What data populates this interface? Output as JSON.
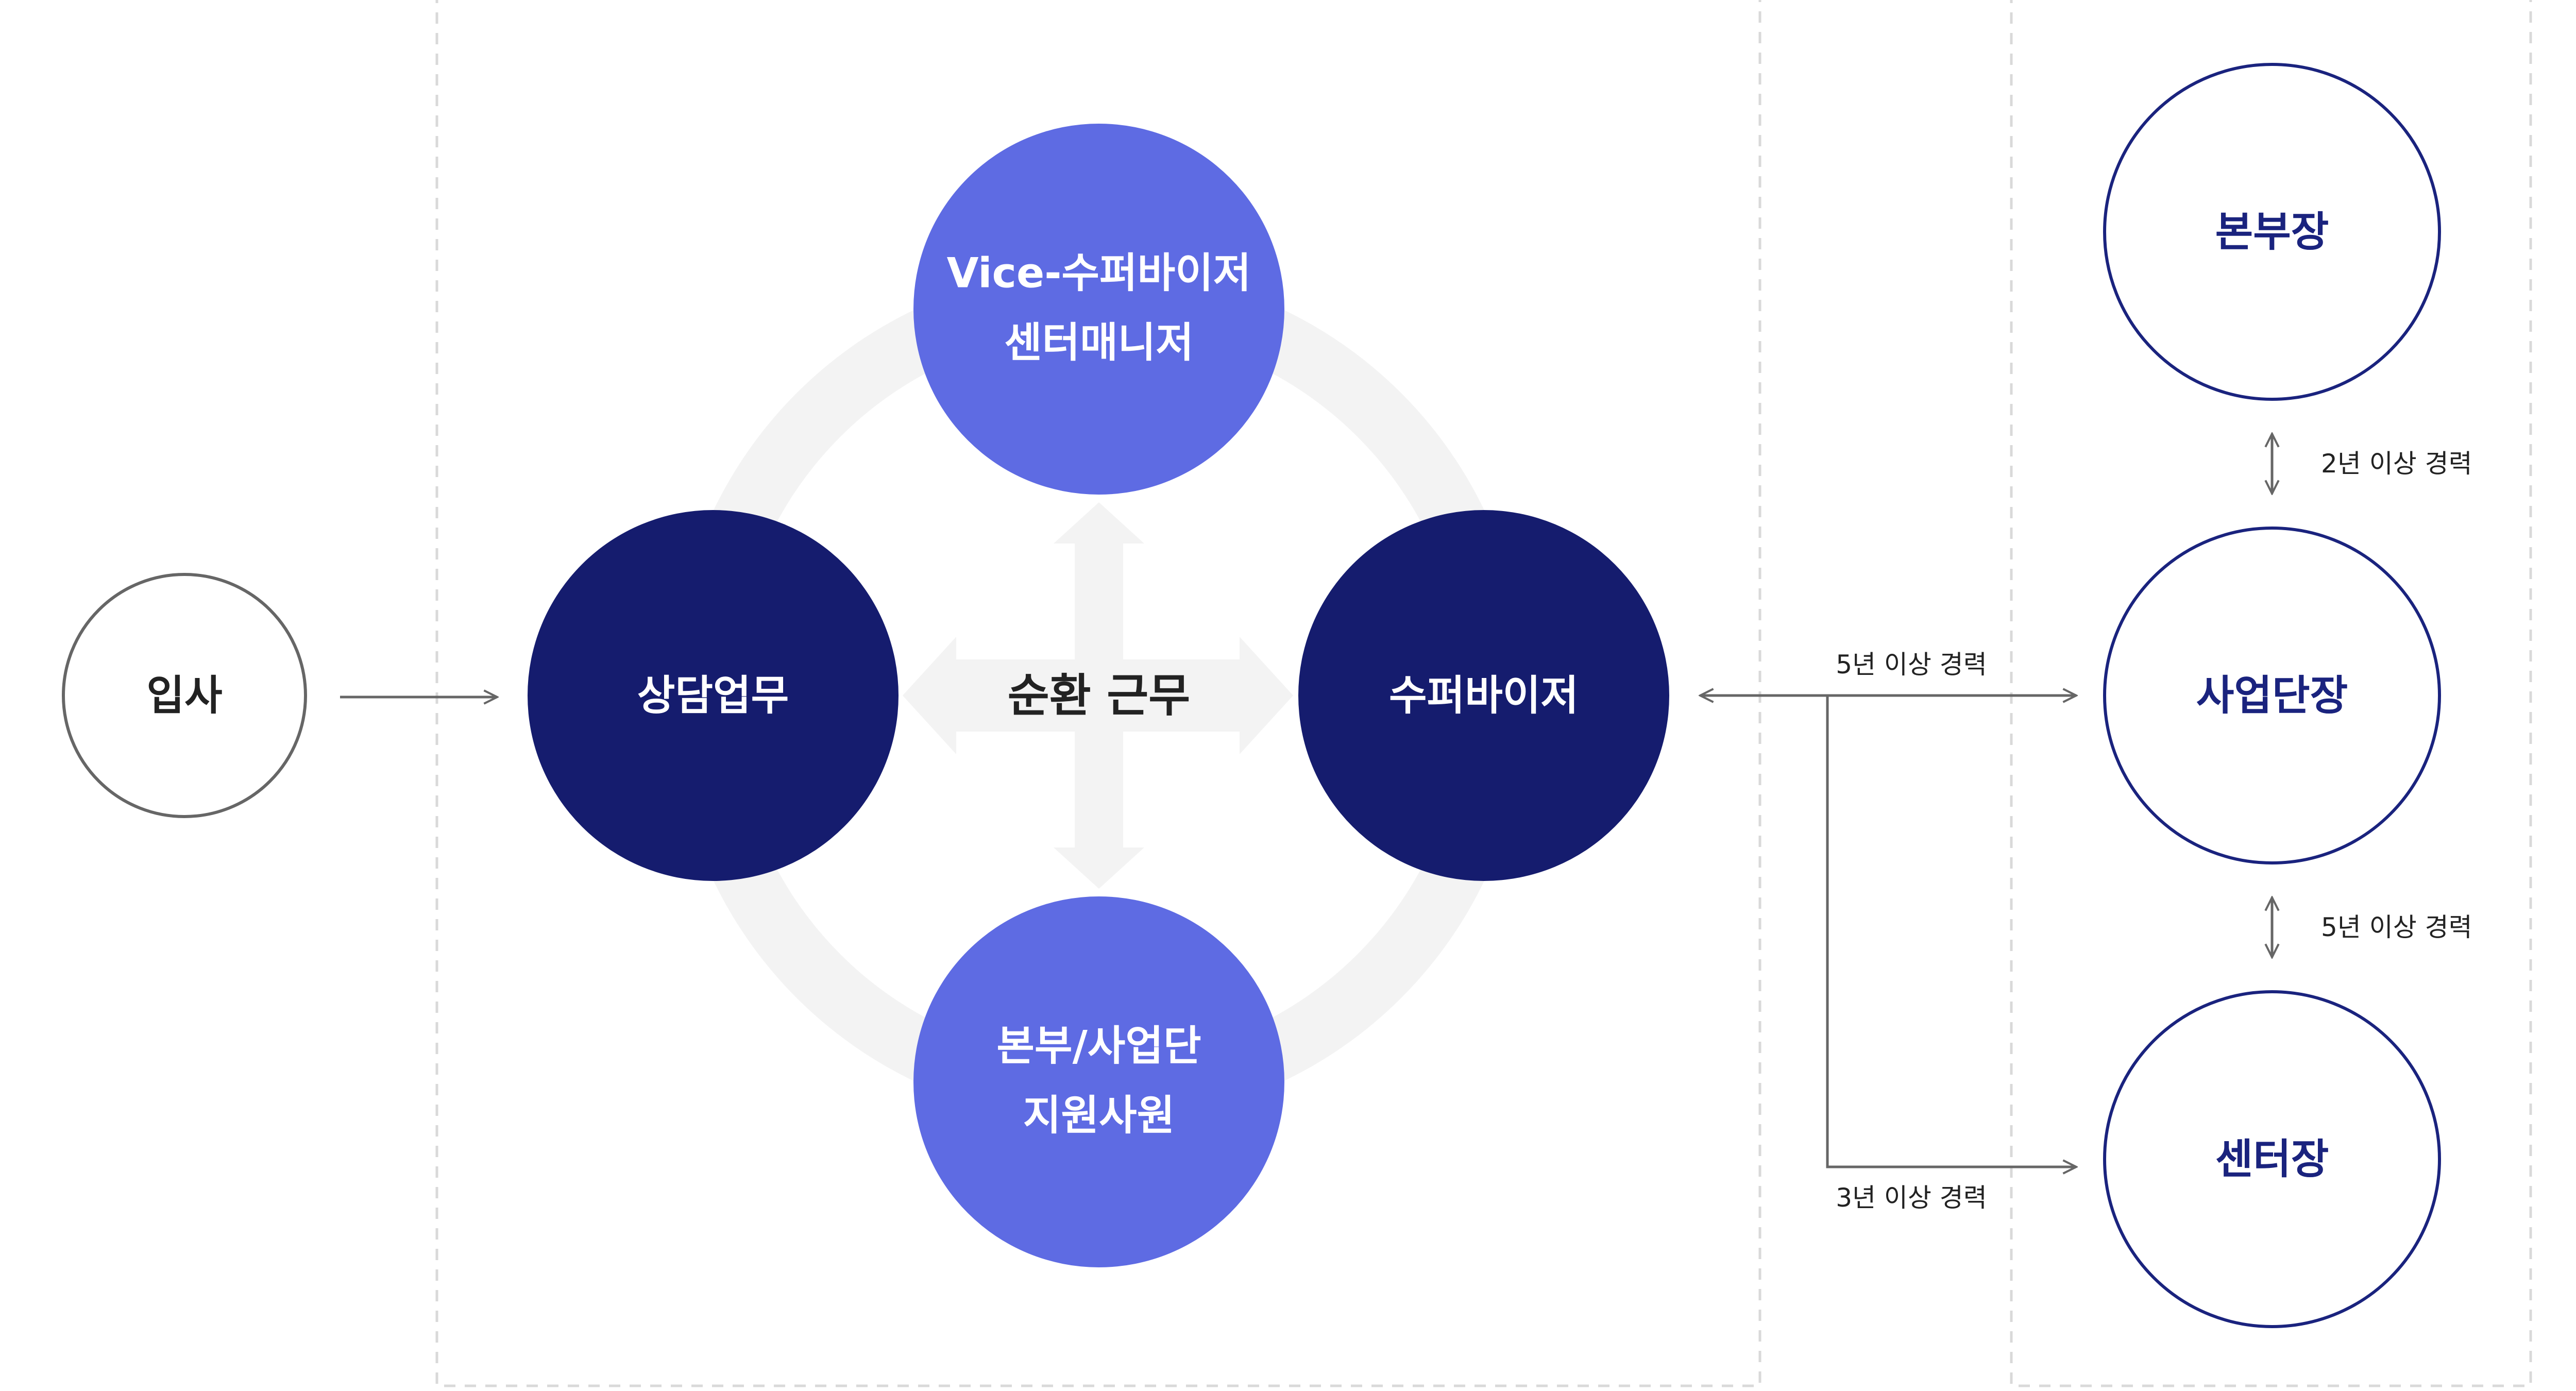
{
  "diagram": {
    "entry": {
      "label": "입사"
    },
    "rotation": {
      "center_label": "순환 근무",
      "counseling": {
        "label": "상담업무"
      },
      "vice_supervisor": {
        "line1": "Vice-수퍼바이저",
        "line2": "센터매니저"
      },
      "supervisor": {
        "label": "수퍼바이저"
      },
      "hq_support": {
        "line1": "본부/사업단",
        "line2": "지원사원"
      }
    },
    "promotion": {
      "headquarters_head": {
        "label": "본부장"
      },
      "business_unit_head": {
        "label": "사업단장"
      },
      "center_head": {
        "label": "센터장"
      },
      "experience_hq": "2년 이상 경력",
      "experience_center_to_unit": "5년 이상 경력",
      "experience_supervisor_to_unit": "5년 이상 경력",
      "experience_supervisor_to_center": "3년 이상 경력"
    }
  },
  "colors": {
    "navy": "#151c6e",
    "periwinkle": "#5e6be3",
    "ring": "#f3f3f3",
    "outline_gray": "#666666",
    "outline_navy": "#1a237e",
    "arrow_gray": "#666666",
    "dashed_border": "#d9d9d9",
    "text_dark": "#222222",
    "white": "#ffffff"
  }
}
